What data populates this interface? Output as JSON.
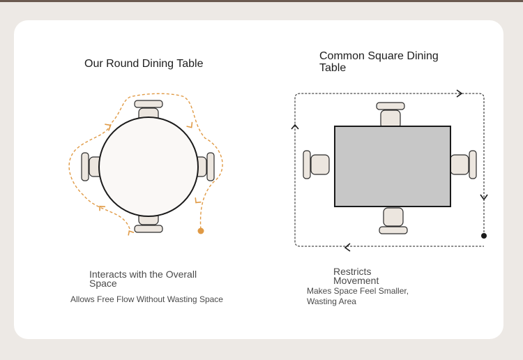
{
  "left": {
    "title": "Our Round Dining Table",
    "heading": "Interacts with the Overall Space",
    "subtext": "Allows Free Flow Without Wasting Space"
  },
  "right": {
    "title": "Common Square Dining Table",
    "heading": "Restricts Movement",
    "subtext": "Makes Space Feel Smaller, Wasting Area"
  },
  "colors": {
    "flow_path": "#e09a45",
    "restricted_path": "#1a1a1a",
    "square_table": "#c7c7c7",
    "round_table": "#faf8f6",
    "chair_fill": "#ece6df",
    "card_bg": "#ffffff",
    "page_bg": "#ede9e5"
  },
  "icons": {
    "left": [
      "round-table-icon",
      "chair-icon",
      "curved-flow-arrow-icon",
      "start-dot-icon"
    ],
    "right": [
      "square-table-icon",
      "chair-icon",
      "rectangular-path-arrow-icon",
      "start-dot-icon"
    ]
  }
}
